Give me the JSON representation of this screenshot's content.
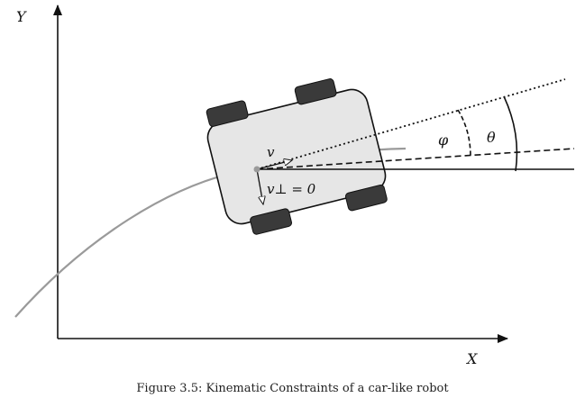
{
  "diagram": {
    "axis_x_label": "X",
    "axis_y_label": "Y",
    "velocity_label": "v",
    "perp_velocity_label": "v⊥ = 0",
    "steering_angle_label": "φ",
    "heading_angle_label": "θ"
  },
  "caption": "Figure 3.5: Kinematic Constraints of a car-like robot"
}
